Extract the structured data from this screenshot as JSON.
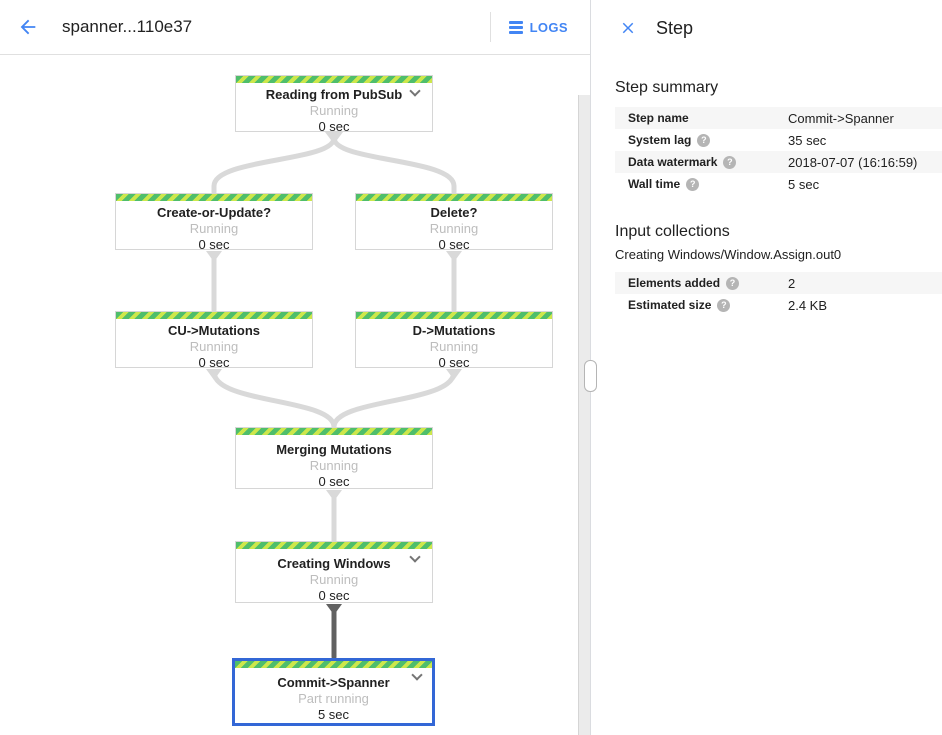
{
  "header": {
    "title": "spanner...110e37",
    "logs_label": "LOGS"
  },
  "panel": {
    "title": "Step",
    "step_summary": {
      "heading": "Step summary",
      "rows": [
        {
          "label": "Step name",
          "value": "Commit->Spanner"
        },
        {
          "label": "System lag",
          "value": "35 sec"
        },
        {
          "label": "Data watermark",
          "value": "2018-07-07 (16:16:59)"
        },
        {
          "label": "Wall time",
          "value": "5 sec"
        }
      ]
    },
    "input_collections": {
      "heading": "Input collections",
      "collection_name": "Creating Windows/Window.Assign.out0",
      "rows": [
        {
          "label": "Elements added",
          "value": "2"
        },
        {
          "label": "Estimated size",
          "value": "2.4 KB"
        }
      ]
    }
  },
  "graph": {
    "nodes": [
      {
        "title": "Reading from PubSub",
        "status": "Running",
        "time": "0 sec",
        "expandable": true,
        "selected": false
      },
      {
        "title": "Create-or-Update?",
        "status": "Running",
        "time": "0 sec",
        "expandable": false,
        "selected": false
      },
      {
        "title": "Delete?",
        "status": "Running",
        "time": "0 sec",
        "expandable": false,
        "selected": false
      },
      {
        "title": "CU->Mutations",
        "status": "Running",
        "time": "0 sec",
        "expandable": false,
        "selected": false
      },
      {
        "title": "D->Mutations",
        "status": "Running",
        "time": "0 sec",
        "expandable": false,
        "selected": false
      },
      {
        "title": "Merging Mutations",
        "status": "Running",
        "time": "0 sec",
        "expandable": false,
        "selected": false
      },
      {
        "title": "Creating Windows",
        "status": "Running",
        "time": "0 sec",
        "expandable": true,
        "selected": false
      },
      {
        "title": "Commit->Spanner",
        "status": "Part running",
        "time": "5 sec",
        "expandable": true,
        "selected": true
      }
    ]
  },
  "icons": {
    "help": "?"
  },
  "colors": {
    "accent": "#4285f4",
    "selected": "#3367d6",
    "stripe_green": "#4fbe6b",
    "stripe_lime": "#cde74b",
    "edge": "#d9d9d9",
    "edge_dark": "#616161"
  }
}
